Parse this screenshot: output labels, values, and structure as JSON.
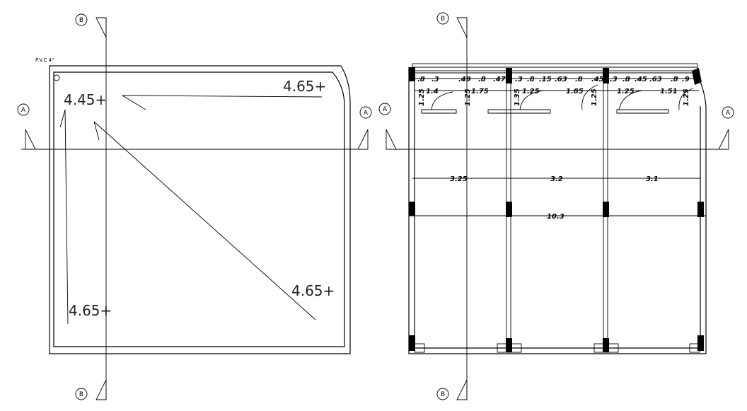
{
  "roof_plan": {
    "pipe_label": "P.V.C 4\"",
    "levels": [
      "4.65+",
      "4.45+",
      "4.65+",
      "4.65+"
    ]
  },
  "section_markers": {
    "a": "A",
    "b": "B"
  },
  "floor_plan": {
    "top_dims": [
      ".8",
      ".3",
      ".49",
      ".8",
      ".47",
      ".3",
      ".8",
      ".15",
      ".63",
      ".8",
      ".45",
      ".3",
      ".8",
      ".45",
      ".63",
      ".8",
      ".9"
    ],
    "lower_dims": [
      "1.4",
      "1.75",
      "1.25",
      "1.85",
      "1.25",
      "1.51"
    ],
    "vertical_dims": [
      "1.25",
      "1.25",
      "1.35",
      "1.25",
      "1.25"
    ],
    "bay_dims": [
      "3.25",
      "3.2",
      "3.1"
    ],
    "total_width": "10.3"
  }
}
